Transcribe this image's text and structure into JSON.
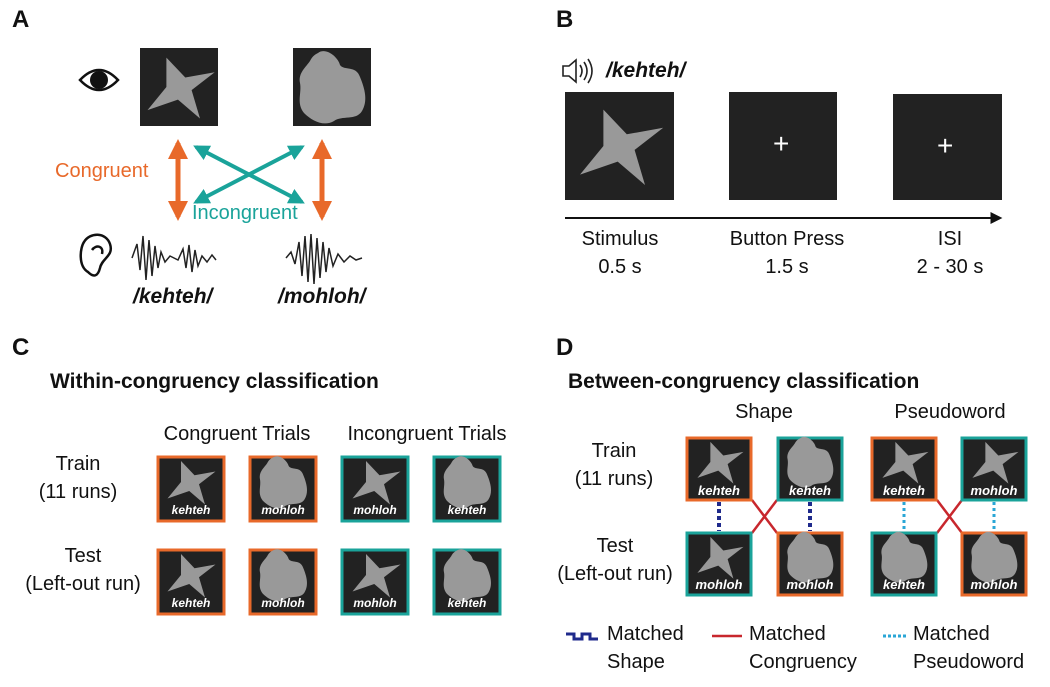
{
  "panels": {
    "a": "A",
    "b": "B",
    "c": "C",
    "d": "D"
  },
  "panel_a": {
    "congruent": "Congruent",
    "incongruent": "Incongruent",
    "word1": "/kehteh/",
    "word2": "/mohloh/"
  },
  "panel_b": {
    "audio_word": "/kehteh/",
    "stages": [
      {
        "name": "Stimulus",
        "duration": "0.5 s"
      },
      {
        "name": "Button Press",
        "duration": "1.5 s"
      },
      {
        "name": "ISI",
        "duration": "2 - 30 s"
      }
    ],
    "fixation": "+"
  },
  "panel_c": {
    "title": "Within-congruency classification",
    "col_congruent": "Congruent Trials",
    "col_incongruent": "Incongruent Trials",
    "row_train": [
      "Train",
      "(11 runs)"
    ],
    "row_test": [
      "Test",
      "(Left-out run)"
    ],
    "train_tiles": [
      "kehteh",
      "mohloh",
      "mohloh",
      "kehteh"
    ],
    "test_tiles": [
      "kehteh",
      "mohloh",
      "mohloh",
      "kehteh"
    ]
  },
  "panel_d": {
    "title": "Between-congruency classification",
    "col_shape": "Shape",
    "col_pseudoword": "Pseudoword",
    "row_train": [
      "Train",
      "(11 runs)"
    ],
    "row_test": [
      "Test",
      "(Left-out run)"
    ],
    "shape_train": [
      "kehteh",
      "kehteh"
    ],
    "shape_test": [
      "mohloh",
      "mohloh"
    ],
    "pseudo_train": [
      "kehteh",
      "mohloh"
    ],
    "pseudo_test": [
      "kehteh",
      "mohloh"
    ]
  },
  "legend": {
    "shape": [
      "Matched",
      "Shape"
    ],
    "congruency": [
      "Matched",
      "Congruency"
    ],
    "pseudoword": [
      "Matched",
      "Pseudoword"
    ]
  },
  "colors": {
    "congruent": "#e8692a",
    "incongruent": "#1aa39a",
    "tile_bg": "#222222",
    "shape_fill": "#999999",
    "matched_shape": "#1f2a8c",
    "matched_congruency": "#c8272d",
    "matched_pseudoword": "#2aa6d6"
  }
}
